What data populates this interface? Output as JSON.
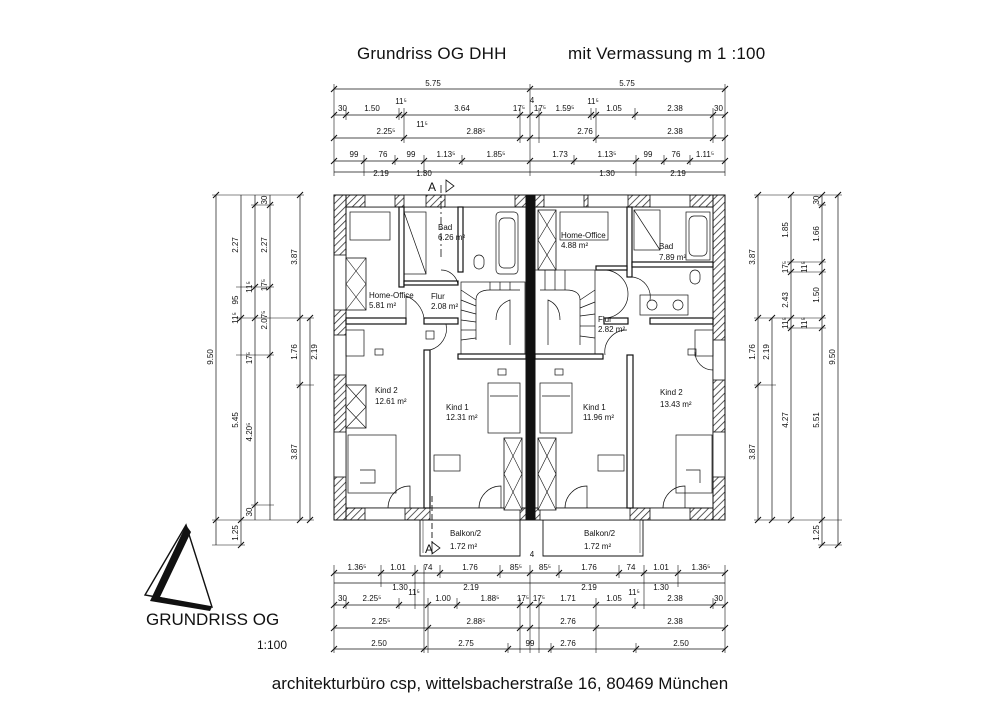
{
  "title": {
    "left": "Grundriss OG DHH",
    "right": "mit Vermassung  m 1 :100"
  },
  "legend": {
    "title": "GRUNDRISS OG",
    "scale": "1:100"
  },
  "footer": "architekturbüro csp, wittelsbacherstraße 16, 80469 München",
  "section_markers": [
    "A",
    "A"
  ],
  "rooms": [
    {
      "name": "Bad",
      "area": "6.26 m²"
    },
    {
      "name": "Home-Office",
      "area": "5.81 m²"
    },
    {
      "name": "Flur",
      "area": "2.08 m²"
    },
    {
      "name": "Kind 2",
      "area": "12.61 m²"
    },
    {
      "name": "Kind 1",
      "area": "12.31 m²"
    },
    {
      "name": "Balkon/2",
      "area": "1.72 m²"
    },
    {
      "name": "Home-Office",
      "area": "4.88 m²"
    },
    {
      "name": "Bad",
      "area": "7.89 m²"
    },
    {
      "name": "Flur",
      "area": "2.82 m²"
    },
    {
      "name": "Kind 1",
      "area": "11.96 m²"
    },
    {
      "name": "Kind 2",
      "area": "13.43 m²"
    },
    {
      "name": "Balkon/2",
      "area": "1.72 m²"
    }
  ],
  "dims_top": {
    "row1": [
      "5.75",
      "5.75"
    ],
    "row2": [
      "30",
      "1.50",
      "11⁵",
      "3.64",
      "17⁵",
      "17⁵",
      "1.59⁵",
      "11⁵",
      "1.05",
      "2.38",
      "30"
    ],
    "row3": [
      "2.25⁵",
      "11⁵",
      "2.88⁵",
      "2.76",
      "2.38"
    ],
    "row4": [
      "99",
      "76",
      "99",
      "1.13⁵",
      "1.85⁵",
      "1.73",
      "1.13⁵",
      "99",
      "76",
      "1.11⁵"
    ],
    "row5": [
      "2.19",
      "1.30",
      "1.30",
      "2.19"
    ]
  },
  "dims_bottom": {
    "row1": [
      "1.36⁵",
      "1.01",
      "74",
      "1.76",
      "85⁵",
      "85⁵",
      "1.76",
      "74",
      "1.01",
      "1.36⁵"
    ],
    "row2": [
      "1.30",
      "2.19",
      "2.19",
      "1.30"
    ],
    "row3": [
      "30",
      "2.25⁵",
      "11⁵",
      "1.00",
      "1.88⁵",
      "17⁵",
      "17⁵",
      "1.71",
      "1.05",
      "11⁵",
      "2.38",
      "30"
    ],
    "row4": [
      "2.25⁵",
      "2.88⁵",
      "2.76",
      "2.38"
    ],
    "row5": [
      "2.50",
      "2.75",
      "99",
      "2.76",
      "2.50"
    ],
    "center": "4",
    "center_top": "4"
  },
  "dims_left": {
    "c1": [
      "9.50"
    ],
    "c2": [
      "11⁵",
      "5.45",
      "1.25"
    ],
    "c3": [
      "2.27",
      "95",
      "4.20⁵",
      "30"
    ],
    "c4": [
      "30",
      "2.27",
      "11⁵",
      "17⁵",
      "2.07⁵",
      "17⁵"
    ],
    "c5": [
      "3.87",
      "1.76",
      "3.87"
    ],
    "c6": [
      "2.19"
    ]
  },
  "dims_right": {
    "c1": [
      "3.87",
      "1.76",
      "3.87"
    ],
    "c2": [
      "2.19"
    ],
    "c3": [
      "1.85",
      "17⁵",
      "2.43",
      "11⁵",
      "4.27"
    ],
    "c4": [
      "30",
      "1.66",
      "11⁵",
      "1.50",
      "11⁵",
      "5.51",
      "1.25"
    ],
    "c5": [
      "9.50"
    ]
  }
}
